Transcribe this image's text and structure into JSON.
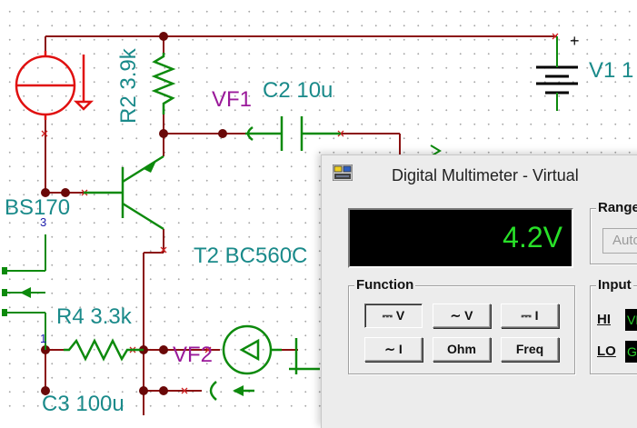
{
  "schematic": {
    "labels": {
      "r2": "R2 3.9k",
      "vf1": "VF1",
      "c2": "C2 10u",
      "v1": "V1 1",
      "plus": "+",
      "bs170": "BS170",
      "pin3": "3",
      "t2": "T2 BC560C",
      "r4": "R4 3.3k",
      "pin1": "1",
      "vf2": "VF2",
      "c3": "C3 100u"
    },
    "colors": {
      "wire": "#8b1010",
      "component": "#0d8a0d",
      "source": "#e01010",
      "label": "#1a8a8a",
      "meter_label": "#9a1a9a"
    }
  },
  "multimeter": {
    "title": "Digital Multimeter - Virtual",
    "icon": "multimeter-app-icon",
    "reading": "4.2V",
    "function_group": {
      "title": "Function",
      "buttons": [
        {
          "label": "⎓ V",
          "pressed": true
        },
        {
          "label": "∼ V",
          "pressed": false
        },
        {
          "label": "⎓ I",
          "pressed": false
        },
        {
          "label": "∼ I",
          "pressed": false
        },
        {
          "label": "Ohm",
          "pressed": false
        },
        {
          "label": "Freq",
          "pressed": false
        }
      ]
    },
    "range_group": {
      "title": "Range",
      "auto_label": "Auto"
    },
    "input_group": {
      "title": "Input",
      "hi_label": "HI",
      "hi_value": "VF",
      "lo_label": "LO",
      "lo_value": "Gr"
    },
    "colors": {
      "display_bg": "#000000",
      "reading": "#28e028"
    }
  }
}
